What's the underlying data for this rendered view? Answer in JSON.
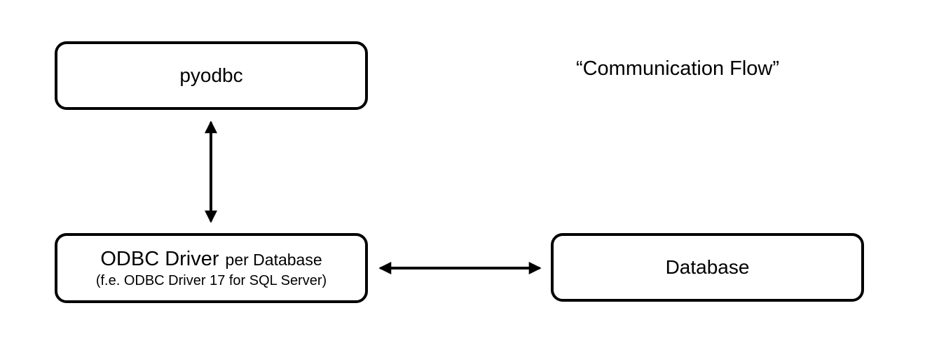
{
  "diagram": {
    "title": "“Communication Flow”",
    "nodes": {
      "pyodbc": {
        "label": "pyodbc"
      },
      "odbc_driver": {
        "label_main": "ODBC Driver",
        "label_secondary": "per Database",
        "label_sub": "(f.e. ODBC Driver 17 for SQL Server)"
      },
      "database": {
        "label": "Database"
      }
    },
    "edges": [
      {
        "from": "pyodbc",
        "to": "odbc_driver",
        "style": "double-headed-arrow",
        "orientation": "vertical"
      },
      {
        "from": "odbc_driver",
        "to": "database",
        "style": "double-headed-arrow",
        "orientation": "horizontal"
      }
    ],
    "colors": {
      "stroke": "#000000",
      "node_fill": "#ffffff",
      "background": "#ffffff",
      "text": "#000000"
    }
  }
}
